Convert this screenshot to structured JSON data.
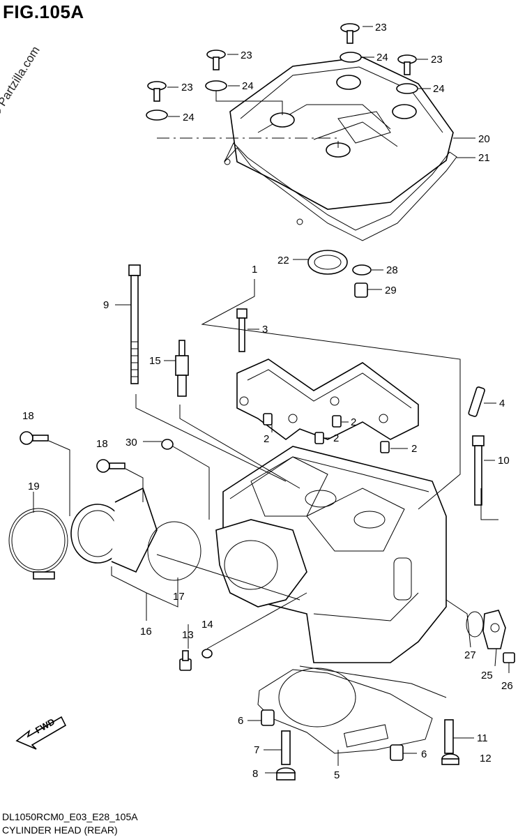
{
  "figure": {
    "title": "FIG.105A",
    "watermark": "© Partzilla.com",
    "code": "DL1050RCM0_E03_E28_105A",
    "caption": "CYLINDER HEAD (REAR)",
    "fwd_label": "FWD"
  },
  "callouts": [
    {
      "id": "c23a",
      "label": "23"
    },
    {
      "id": "c24a",
      "label": "24"
    },
    {
      "id": "c23b",
      "label": "23"
    },
    {
      "id": "c23c",
      "label": "23"
    },
    {
      "id": "c24b",
      "label": "24"
    },
    {
      "id": "c24c",
      "label": "24"
    },
    {
      "id": "c23d",
      "label": "23"
    },
    {
      "id": "c24d",
      "label": "24"
    },
    {
      "id": "c20",
      "label": "20"
    },
    {
      "id": "c21",
      "label": "21"
    },
    {
      "id": "c22",
      "label": "22"
    },
    {
      "id": "c28",
      "label": "28"
    },
    {
      "id": "c1",
      "label": "1"
    },
    {
      "id": "c29",
      "label": "29"
    },
    {
      "id": "c9",
      "label": "9"
    },
    {
      "id": "c3",
      "label": "3"
    },
    {
      "id": "c15",
      "label": "15"
    },
    {
      "id": "c4",
      "label": "4"
    },
    {
      "id": "c2a",
      "label": "2"
    },
    {
      "id": "c2b",
      "label": "2"
    },
    {
      "id": "c2c",
      "label": "2"
    },
    {
      "id": "c2d",
      "label": "2"
    },
    {
      "id": "c18a",
      "label": "18"
    },
    {
      "id": "c18b",
      "label": "18"
    },
    {
      "id": "c30",
      "label": "30"
    },
    {
      "id": "c10",
      "label": "10"
    },
    {
      "id": "c19",
      "label": "19"
    },
    {
      "id": "c17",
      "label": "17"
    },
    {
      "id": "c16",
      "label": "16"
    },
    {
      "id": "c13",
      "label": "13"
    },
    {
      "id": "c14",
      "label": "14"
    },
    {
      "id": "c27",
      "label": "27"
    },
    {
      "id": "c25",
      "label": "25"
    },
    {
      "id": "c26",
      "label": "26"
    },
    {
      "id": "c6a",
      "label": "6"
    },
    {
      "id": "c11",
      "label": "11"
    },
    {
      "id": "c7",
      "label": "7"
    },
    {
      "id": "c6b",
      "label": "6"
    },
    {
      "id": "c12",
      "label": "12"
    },
    {
      "id": "c8",
      "label": "8"
    },
    {
      "id": "c5",
      "label": "5"
    }
  ]
}
